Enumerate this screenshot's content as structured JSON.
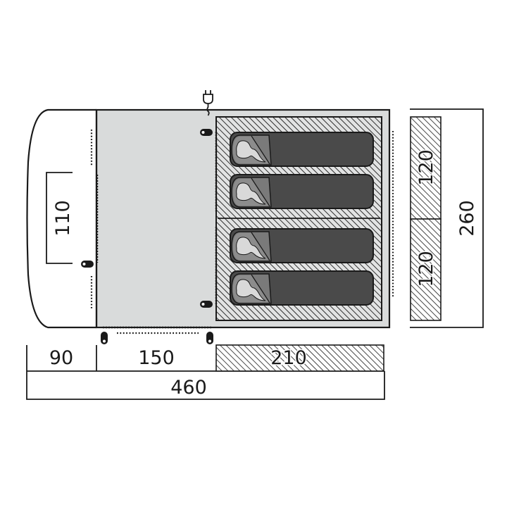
{
  "diagram": {
    "type": "tent-floor-plan",
    "colors": {
      "outline": "#1a1a1a",
      "floor_fill": "#d9dbdb",
      "bag_fill": "#4a4a4a",
      "bag_hood": "#7a7a7a",
      "head_fill": "#d9d9d9",
      "hatch_bg": "#e2e3e3"
    },
    "icons": {
      "power_hookup": "electric-plug-icon",
      "sleeping_bags": 4,
      "door_toggles": 5
    },
    "dimensions": {
      "porch_depth": "90",
      "living_area_depth": "150",
      "bedroom_depth": "210",
      "total_length": "460",
      "door_width": "110",
      "bedroom_1_width": "120",
      "bedroom_2_width": "120",
      "total_width": "260"
    },
    "units": "cm"
  }
}
